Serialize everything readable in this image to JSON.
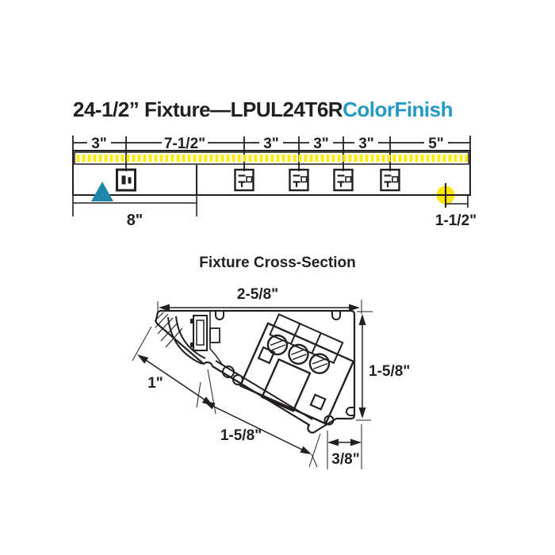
{
  "title": {
    "main": "24-1/2” Fixture—LPUL24T6R",
    "brand": "ColorFinish"
  },
  "colors": {
    "accent_blue": "#2399C4",
    "triangle_blue": "#1F86AC",
    "led_yellow": "#FFE605",
    "dash_yellow": "#FFEB00",
    "strip_gray": "#9C9C9C",
    "line_dark": "#231F20"
  },
  "top_diagram": {
    "segment_dimensions": [
      "3\"",
      "7-1/2\"",
      "3\"",
      "3\"",
      "3\"",
      "5\""
    ],
    "bottom_left_dimension": "8\"",
    "bottom_right_dimension": "1-1/2\"",
    "receptacle_count": 4
  },
  "cross_section": {
    "title": "Fixture Cross-Section",
    "top_dimension": "2-5/8\"",
    "right_dimension": "1-5/8\"",
    "lens_face_dimension": "1\"",
    "front_face_dimension": "1-5/8\"",
    "bottom_offset_dimension": "3/8\""
  }
}
